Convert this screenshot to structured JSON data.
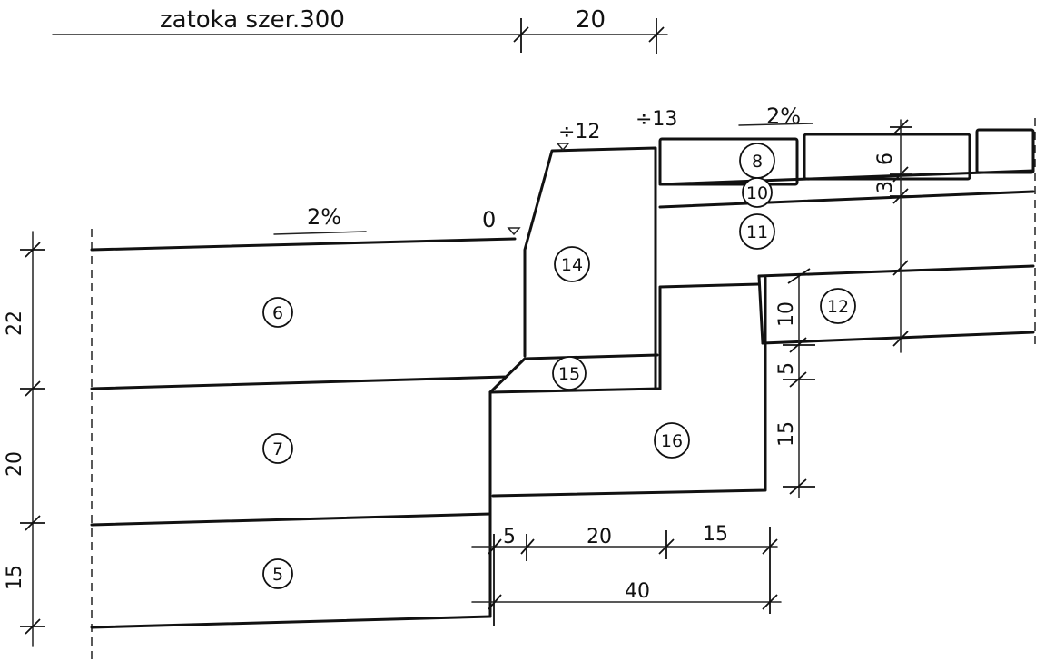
{
  "top": {
    "zatoka": "zatoka szer.300",
    "offset": "20"
  },
  "levels": {
    "l12": "÷12",
    "l13": "÷13",
    "l0": "0"
  },
  "slopes": {
    "left": "2%",
    "right": "2%"
  },
  "left_dims": {
    "d22": "22",
    "d20": "20",
    "d15": "15"
  },
  "right_dims": {
    "d6": "6",
    "d3": "3"
  },
  "curb_dims": {
    "d10": "10",
    "d5": "5",
    "d15": "15"
  },
  "bottom_dims": {
    "d5": "5",
    "d20": "20",
    "d15": "15",
    "d40": "40"
  },
  "layers": {
    "l5": "5",
    "l6": "6",
    "l7": "7",
    "l8": "8",
    "l10": "10",
    "l11": "11",
    "l12": "12",
    "l14": "14",
    "l15": "15",
    "l16": "16"
  }
}
